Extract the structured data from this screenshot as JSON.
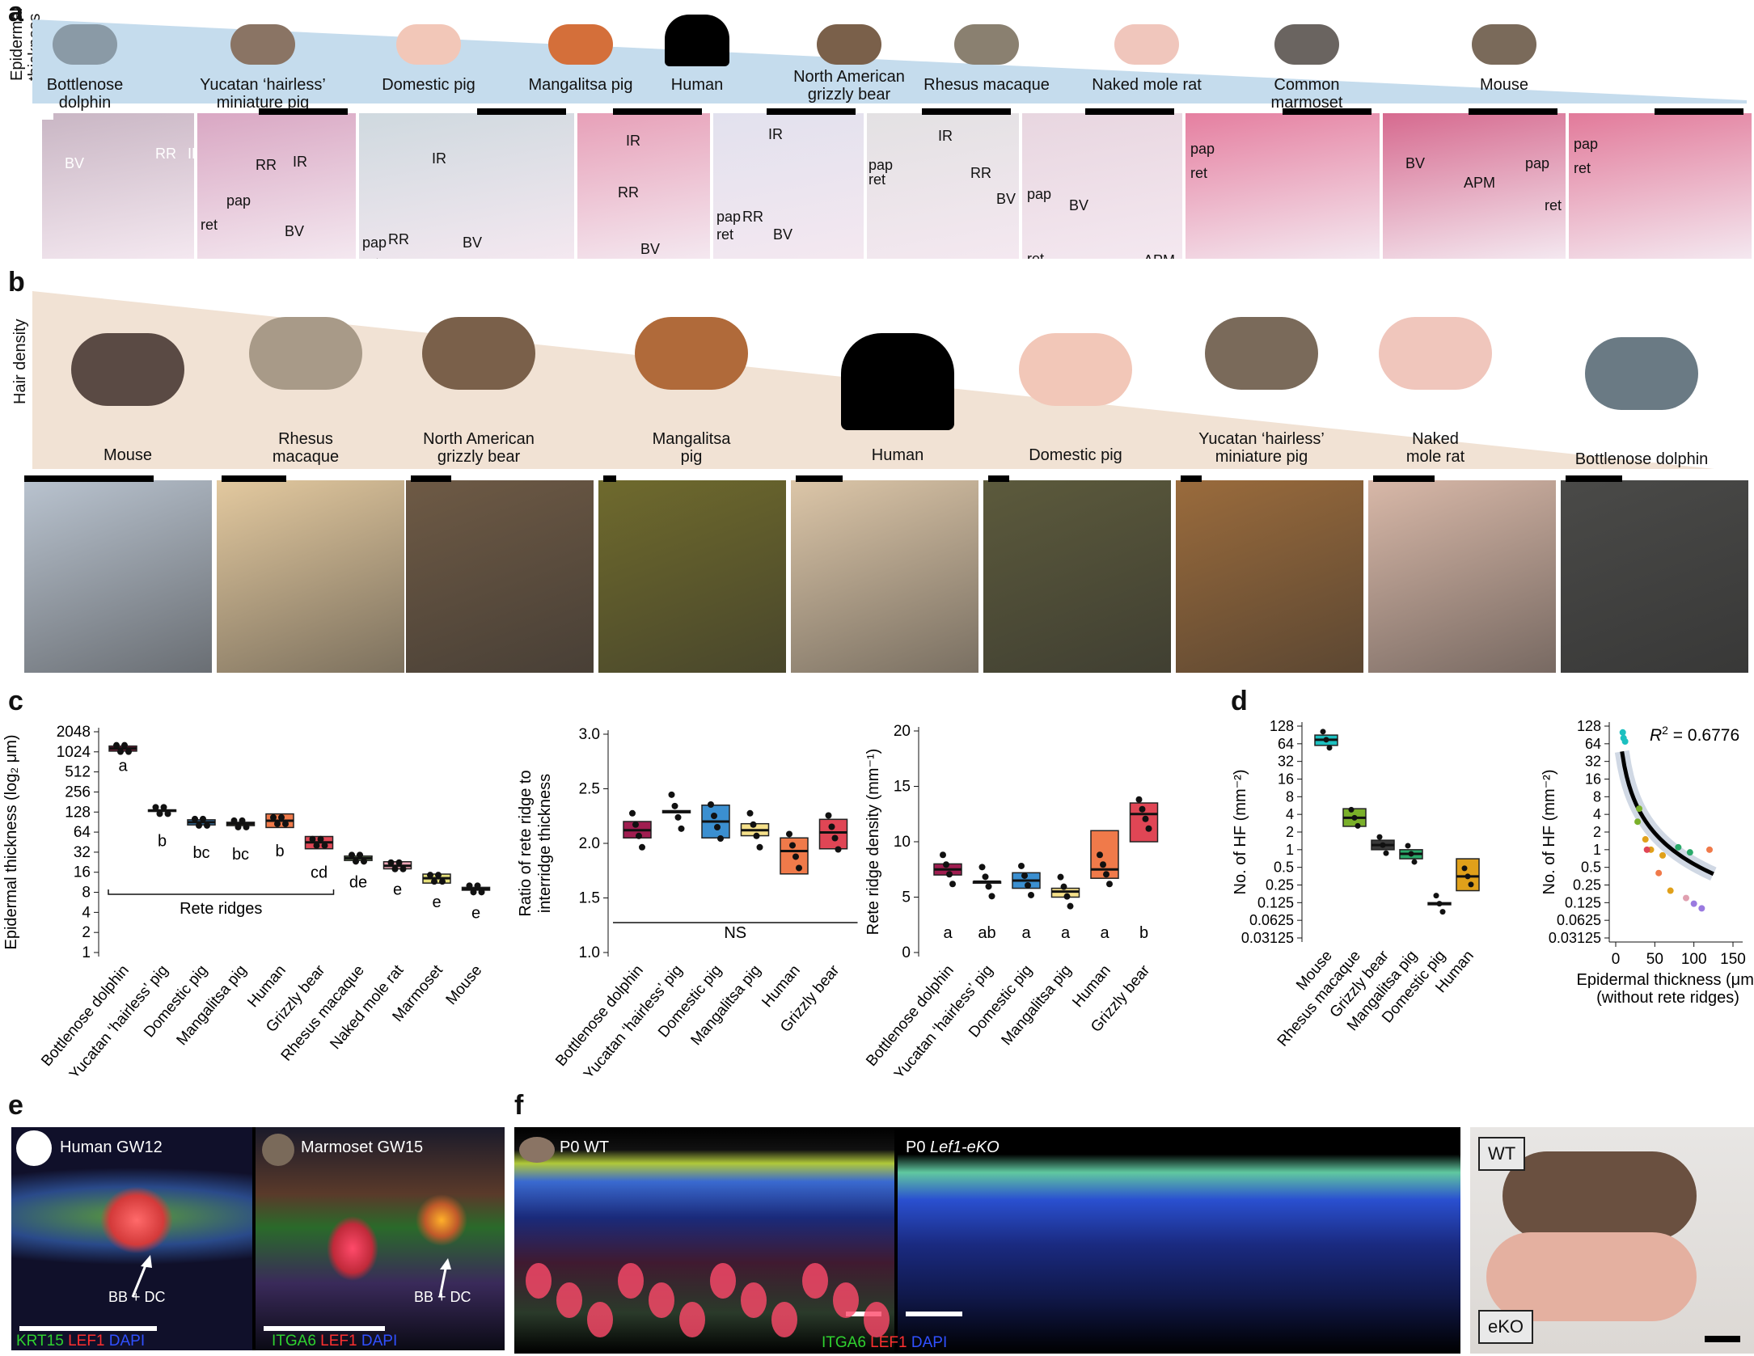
{
  "panels": {
    "a": "a",
    "b": "b",
    "c": "c",
    "d": "d",
    "e": "e",
    "f": "f"
  },
  "panel_a": {
    "axis_label_1": "Epidermal",
    "axis_label_2": "thickness",
    "species": [
      "Bottlenose\ndolphin",
      "Yucatan ‘hairless’\nminiature pig",
      "Domestic pig",
      "Mangalitsa pig",
      "Human",
      "North American\ngrizzly bear",
      "Rhesus macaque",
      "Naked mole rat",
      "Common marmoset",
      "Mouse"
    ],
    "annotations": {
      "bv": "BV",
      "rr": "RR",
      "ir": "IR",
      "pap": "pap",
      "ret": "ret",
      "apm": "APM"
    },
    "tile_colors": [
      "#c9b6c4",
      "#d9a7c3",
      "#cfd9df",
      "#e7a0b8",
      "#e2e1ee",
      "#e3e1e3",
      "#e8d6e0",
      "#e57fa0",
      "#d66a8f",
      "#e27a9a"
    ]
  },
  "panel_b": {
    "axis_label": "Hair density",
    "species": [
      "Mouse",
      "Rhesus\nmacaque",
      "North American\ngrizzly bear",
      "Mangalitsa\npig",
      "Human",
      "Domestic pig",
      "Yucatan ‘hairless’\nminiature pig",
      "Naked\nmole rat",
      "Bottlenose dolphin"
    ],
    "tile_colors": [
      "#b9c3cf",
      "#e3c99f",
      "#6e5a45",
      "#6f6a2d",
      "#dcc6a8",
      "#5c5a3c",
      "#9a6b3c",
      "#d8b8a8",
      "#4a4a48"
    ]
  },
  "chart_data": [
    {
      "type": "box",
      "ylabel": "Epidermal thickness (log₂ μm)",
      "yscale": "log2",
      "yticks": [
        1,
        2,
        4,
        8,
        16,
        32,
        64,
        128,
        256,
        512,
        1024,
        2048
      ],
      "categories": [
        "Bottlenose dolphin",
        "Yucatan ‘hairless’ pig",
        "Domestic pig",
        "Mangalitsa pig",
        "Human",
        "Grizzly bear",
        "Rhesus macaque",
        "Naked mole rat",
        "Marmoset",
        "Mouse"
      ],
      "medians": [
        1150,
        135,
        90,
        85,
        95,
        45,
        26,
        20,
        13,
        9
      ],
      "q1": [
        1050,
        132,
        82,
        80,
        75,
        36,
        24,
        18,
        11,
        8.6
      ],
      "q3": [
        1250,
        138,
        98,
        90,
        120,
        55,
        28,
        23,
        15,
        9.5
      ],
      "colors": [
        "#7a1d3a",
        "#7a1d3a",
        "#3b7fb8",
        "#f1e08a",
        "#f07a4a",
        "#e04655",
        "#7fa36a",
        "#f0a8b8",
        "#e6e07a",
        "#8a7a6a"
      ],
      "letters": [
        "a",
        "b",
        "bc",
        "bc",
        "b",
        "cd",
        "de",
        "e",
        "e",
        "e"
      ],
      "bracket_label": "Rete ridges"
    },
    {
      "type": "box",
      "ylabel_1": "Ratio of rete ridge to",
      "ylabel_2": "interridge thickness",
      "ylim": [
        1.0,
        3.0
      ],
      "yticks": [
        1.0,
        1.5,
        2.0,
        2.5,
        3.0
      ],
      "categories": [
        "Bottlenose dolphin",
        "Yucatan ‘hairless’ pig",
        "Domestic pig",
        "Mangalitsa pig",
        "Human",
        "Grizzly bear"
      ],
      "medians": [
        2.12,
        2.29,
        2.2,
        2.12,
        1.93,
        2.1
      ],
      "q1": [
        2.05,
        2.28,
        2.05,
        2.07,
        1.72,
        1.95
      ],
      "q3": [
        2.2,
        2.3,
        2.35,
        2.18,
        2.05,
        2.22
      ],
      "colors": [
        "#a01d50",
        "#a01d50",
        "#3b8fd0",
        "#f5e08a",
        "#f07a4a",
        "#e04655"
      ],
      "sig_label": "NS"
    },
    {
      "type": "box",
      "ylabel": "Rete ridge density (mm⁻¹)",
      "ylim": [
        0,
        20
      ],
      "yticks": [
        0,
        5,
        10,
        15,
        20
      ],
      "categories": [
        "Bottlenose dolphin",
        "Yucatan ‘hairless’ pig",
        "Domestic pig",
        "Mangalitsa pig",
        "Human",
        "Grizzly bear"
      ],
      "medians": [
        7.5,
        6.4,
        6.5,
        5.5,
        7.5,
        12.5
      ],
      "q1": [
        7.0,
        6.4,
        5.8,
        5.0,
        6.7,
        10.0
      ],
      "q3": [
        8.0,
        6.4,
        7.2,
        5.8,
        11.0,
        13.5
      ],
      "colors": [
        "#a01d50",
        "#a01d50",
        "#3b8fd0",
        "#f5e08a",
        "#f07a4a",
        "#e04655"
      ],
      "letters": [
        "a",
        "ab",
        "a",
        "a",
        "a",
        "b"
      ]
    },
    {
      "type": "box",
      "ylabel": "No. of HF (mm⁻²)",
      "yscale": "log2",
      "yticks": [
        "0.03125",
        "0.0625",
        "0.125",
        "0.25",
        "0.5",
        "1",
        "2",
        "4",
        "8",
        "16",
        "32",
        "64",
        "128"
      ],
      "categories": [
        "Mouse",
        "Rhesus macaque",
        "Grizzly bear",
        "Mangalitsa pig",
        "Domestic pig",
        "Human"
      ],
      "medians": [
        75,
        3.5,
        1.2,
        0.85,
        0.12,
        0.35
      ],
      "q1": [
        60,
        2.5,
        1.0,
        0.7,
        0.115,
        0.2
      ],
      "q3": [
        90,
        5,
        1.45,
        1.0,
        0.125,
        0.7
      ],
      "colors": [
        "#1cc0c0",
        "#7ab02a",
        "#3a3a3a",
        "#2aaa6a",
        "#e0a0b0",
        "#e0a01a"
      ]
    },
    {
      "type": "scatter",
      "xlabel_1": "Epidermal thickness (μm)",
      "xlabel_2": "(without rete ridges)",
      "ylabel": "No. of HF (mm⁻²)",
      "yscale": "log2",
      "xticks": [
        0,
        50,
        100,
        150
      ],
      "yticks": [
        "0.03125",
        "0.0625",
        "0.125",
        "0.25",
        "0.5",
        "1",
        "2",
        "4",
        "8",
        "16",
        "32",
        "64",
        "128"
      ],
      "r2_label": "R",
      "r2_value": " = 0.6776",
      "r2_sup": "2"
    }
  ],
  "panel_e": {
    "img1_title": "Human GW12",
    "img2_title": "Marmoset GW15",
    "arrow_label": "BB + DC",
    "stain1": [
      "KRT15",
      " LEF1",
      " DAPI"
    ],
    "stain2": [
      "ITGA6",
      " LEF1",
      " DAPI"
    ]
  },
  "panel_f": {
    "img1_title": "P0 WT",
    "img2_title_a": "P0 ",
    "img2_title_b": "Lef1-eKO",
    "stain": [
      "ITGA6",
      " LEF1",
      " DAPI"
    ],
    "photo_wt": "WT",
    "photo_eko": "eKO"
  },
  "colors": {
    "green": "#2fd12f",
    "red": "#ff3030",
    "blue": "#3050ff"
  }
}
